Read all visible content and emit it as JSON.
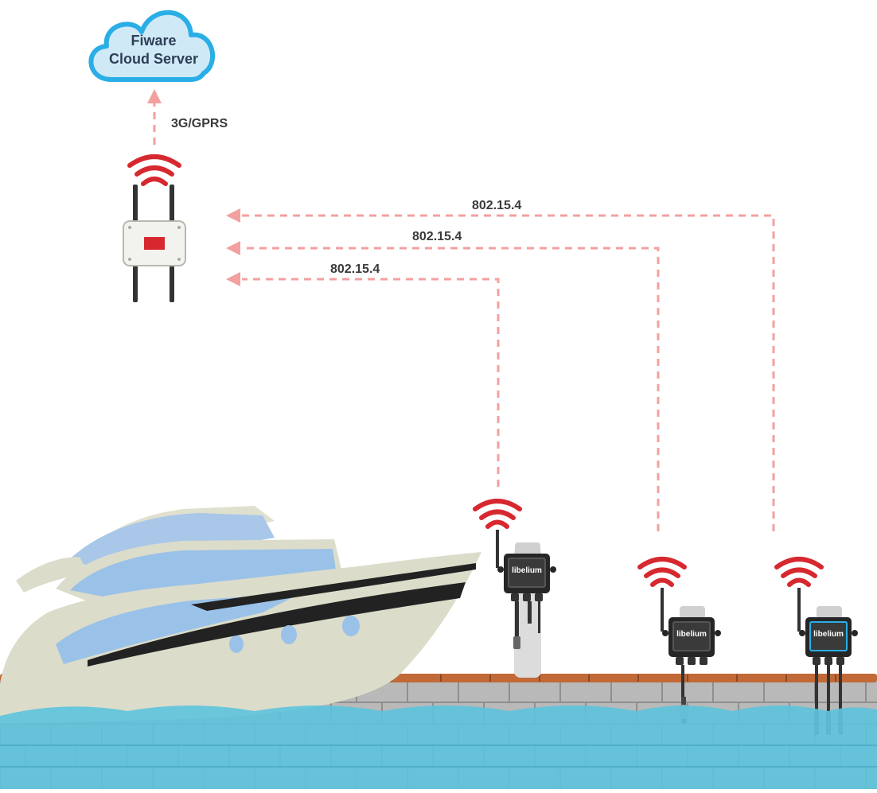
{
  "cloud": {
    "line1": "Fiware",
    "line2": "Cloud Server"
  },
  "uplink": {
    "label": "3G/GPRS"
  },
  "links": [
    {
      "label": "802.15.4"
    },
    {
      "label": "802.15.4"
    },
    {
      "label": "802.15.4"
    }
  ],
  "device_brand": "libelium",
  "colors": {
    "link_arrow": "#f3a0a0",
    "signal": "#d7282f",
    "cloud_fill": "#cfe9f7",
    "cloud_stroke": "#29aee6",
    "water": "#5cc3dd",
    "dock_top": "#c16a38",
    "wall": "#b9b9b9",
    "hull": "#dcdccb",
    "glass": "#9ac2e8"
  }
}
